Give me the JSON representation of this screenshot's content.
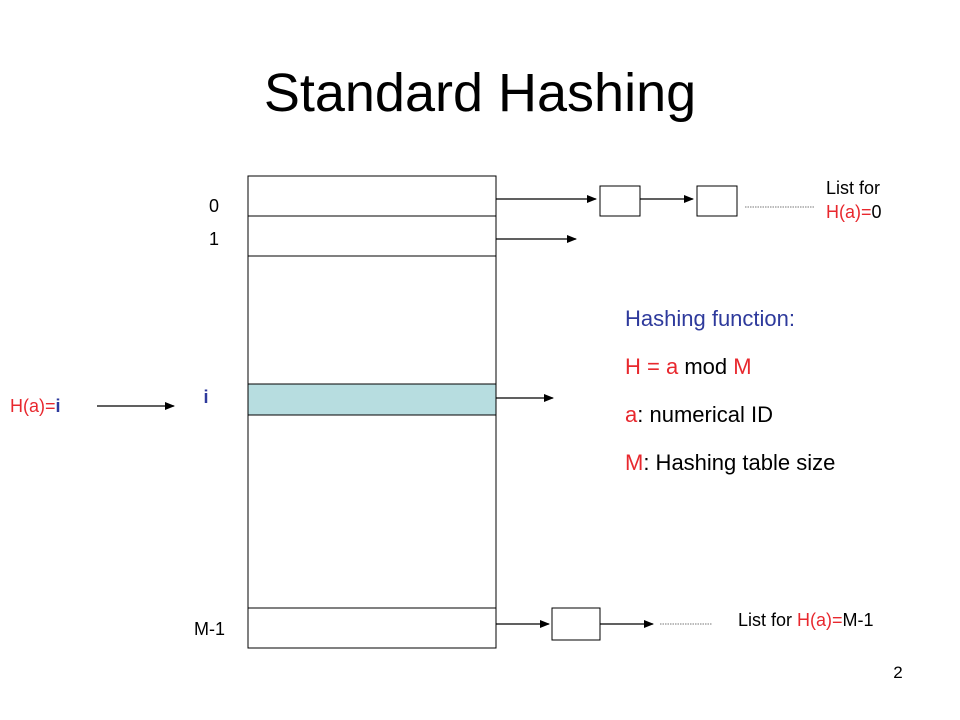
{
  "title": "Standard Hashing",
  "table": {
    "index_labels": {
      "first": "0",
      "second": "1",
      "middle": "i",
      "last": "M-1"
    }
  },
  "input_label": {
    "prefix": "H(a)=",
    "var": "i"
  },
  "list_top": {
    "line1": "List for",
    "line2_prefix": "H(a)=",
    "line2_value": "0"
  },
  "list_bottom": {
    "prefix": "List for ",
    "red": "H(a)=",
    "value": "M-1"
  },
  "hashing_function": {
    "heading": "Hashing function:",
    "line2": {
      "h": "H",
      "eq": " = ",
      "a": "a",
      "mod": " mod ",
      "m": "M"
    },
    "line3": {
      "a": "a",
      "rest": ": numerical ID"
    },
    "line4": {
      "m": "M",
      "rest": ": Hashing table size"
    }
  },
  "page_number": "2",
  "colors": {
    "highlight_cell": "#b7dde0",
    "red_text": "#e8282e",
    "blue_text": "#2e3a9c"
  }
}
